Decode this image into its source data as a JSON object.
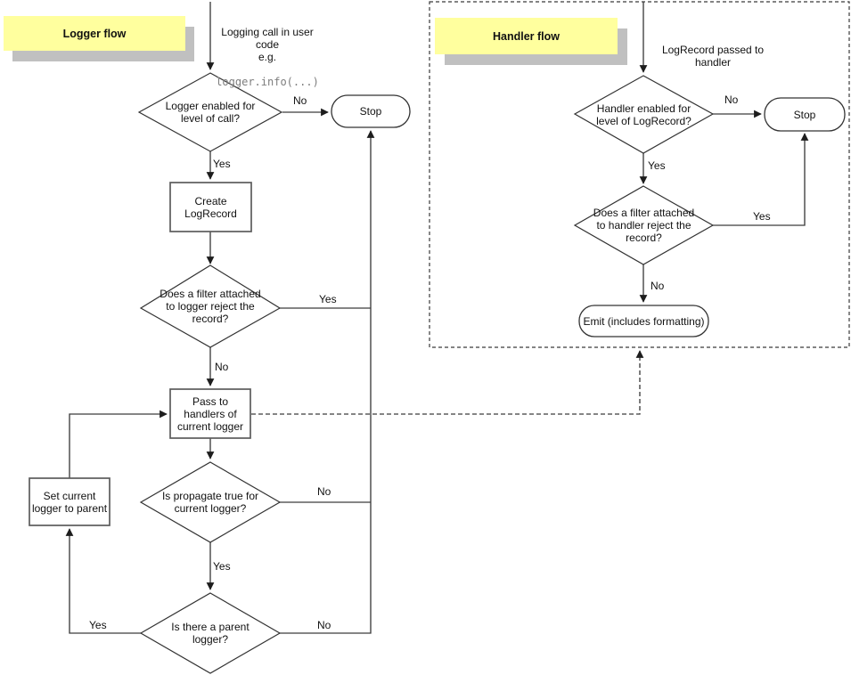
{
  "colors": {
    "note_bg": "#FFFF9E",
    "note_shadow": "#C0C0C0",
    "line": "#3c3c3c"
  },
  "logger_flow": {
    "note": "Logger flow",
    "entry_text": "Logging call in user\ncode\ne.g.",
    "entry_code": "logger.info(...)",
    "decision_level": "Logger enabled for\nlevel of call?",
    "stop": "Stop",
    "create_record": "Create\nLogRecord",
    "decision_filter": "Does a filter attached\nto logger reject the\nrecord?",
    "pass_handlers": "Pass to\nhandlers of\ncurrent logger",
    "decision_propagate": "Is propagate true for\ncurrent logger?",
    "decision_parent": "Is there a parent\nlogger?",
    "set_parent": "Set current\nlogger to parent",
    "labels": {
      "level_no": "No",
      "level_yes": "Yes",
      "filter_yes": "Yes",
      "filter_no": "No",
      "propagate_no": "No",
      "propagate_yes": "Yes",
      "parent_yes": "Yes",
      "parent_no": "No"
    }
  },
  "handler_flow": {
    "note": "Handler flow",
    "entry_text": "LogRecord passed to\nhandler",
    "decision_level": "Handler enabled for\nlevel of LogRecord?",
    "stop": "Stop",
    "decision_filter": "Does a filter attached\nto handler reject the\nrecord?",
    "emit": "Emit (includes formatting)",
    "labels": {
      "level_no": "No",
      "level_yes": "Yes",
      "filter_yes": "Yes",
      "filter_no": "No"
    }
  }
}
